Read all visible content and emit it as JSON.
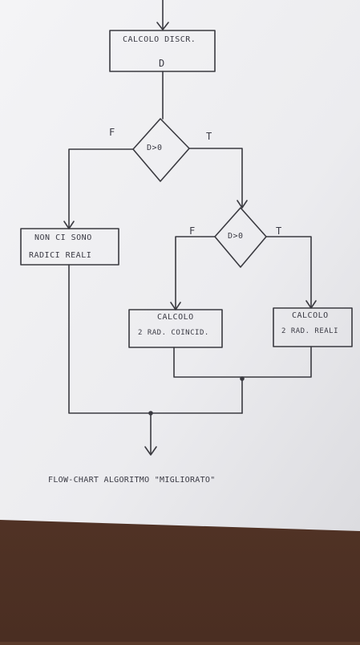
{
  "flowchart": {
    "calc_box": "CALCOLO DISCR.",
    "calc_var": "D",
    "decision1": "D>0",
    "decision1_false": "F",
    "decision1_true": "T",
    "no_roots_line1": "NON CI SONO",
    "no_roots_line2": "RADICI REALI",
    "decision2": "D>0",
    "decision2_false": "F",
    "decision2_true": "T",
    "coincident_line1": "CALCOLO",
    "coincident_line2": "2 RAD. COINCID.",
    "real_line1": "CALCOLO",
    "real_line2": "2 RAD. REALI",
    "caption": "FLOW-CHART ALGORITMO \"MIGLIORATO\""
  }
}
